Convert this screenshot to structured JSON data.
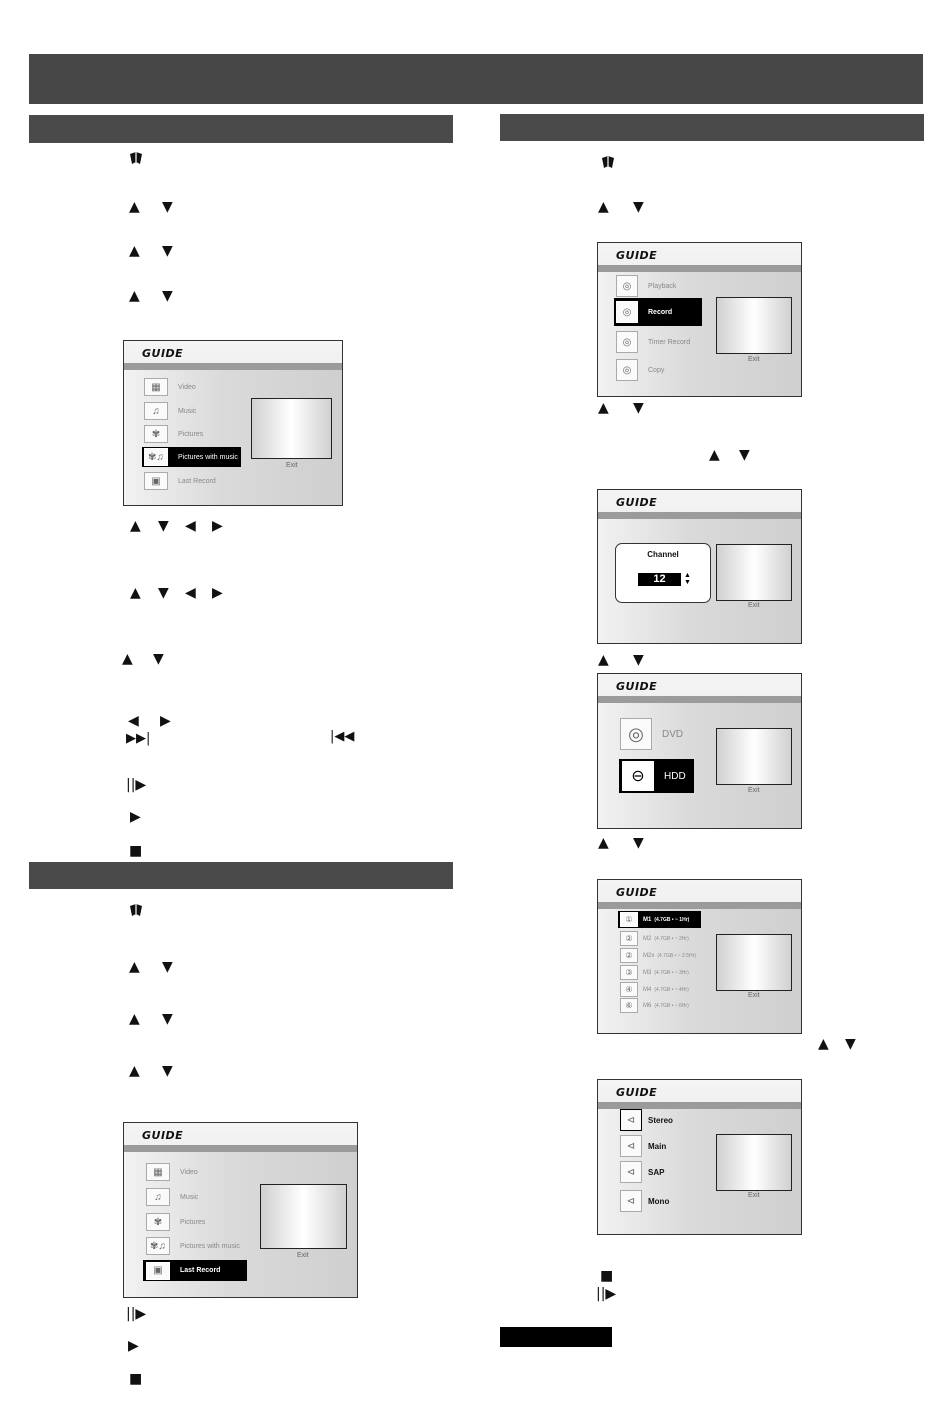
{
  "icons": {
    "up": "▲",
    "down": "▼",
    "left": "◀",
    "right": "▶",
    "skip_next": "▶▶|",
    "skip_prev": "|◀◀",
    "slow": "||▶",
    "play": "▶",
    "stop": "■"
  },
  "guide1": {
    "title": "GUIDE",
    "items": [
      "Video",
      "Music",
      "Pictures",
      "Pictures with music",
      "Last Record"
    ],
    "exit": "Exit"
  },
  "guide2": {
    "title": "GUIDE",
    "items": [
      "Video",
      "Music",
      "Pictures",
      "Pictures with music",
      "Last Record"
    ],
    "exit": "Exit"
  },
  "guide3": {
    "title": "GUIDE",
    "items": [
      "Playback",
      "Record",
      "Timer Record",
      "Copy"
    ],
    "exit": "Exit"
  },
  "guide4": {
    "title": "GUIDE",
    "channel_label": "Channel",
    "channel_value": "12",
    "exit": "Exit"
  },
  "guide5": {
    "title": "GUIDE",
    "items": [
      "DVD",
      "HDD"
    ],
    "exit": "Exit"
  },
  "guide6": {
    "title": "GUIDE",
    "items": [
      {
        "mode": "M1",
        "detail": "(4.7GB • ~ 1Hr)"
      },
      {
        "mode": "M2",
        "detail": "(4.7GB • ~ 2Hr)"
      },
      {
        "mode": "M2x",
        "detail": "(4.7GB • ~ 2.5Hr)"
      },
      {
        "mode": "M3",
        "detail": "(4.7GB • ~ 3Hr)"
      },
      {
        "mode": "M4",
        "detail": "(4.7GB • ~ 4Hr)"
      },
      {
        "mode": "M6",
        "detail": "(4.7GB • ~ 6Hr)"
      }
    ],
    "exit": "Exit"
  },
  "guide7": {
    "title": "GUIDE",
    "items": [
      "Stereo",
      "Main",
      "SAP",
      "Mono"
    ],
    "exit": "Exit"
  }
}
